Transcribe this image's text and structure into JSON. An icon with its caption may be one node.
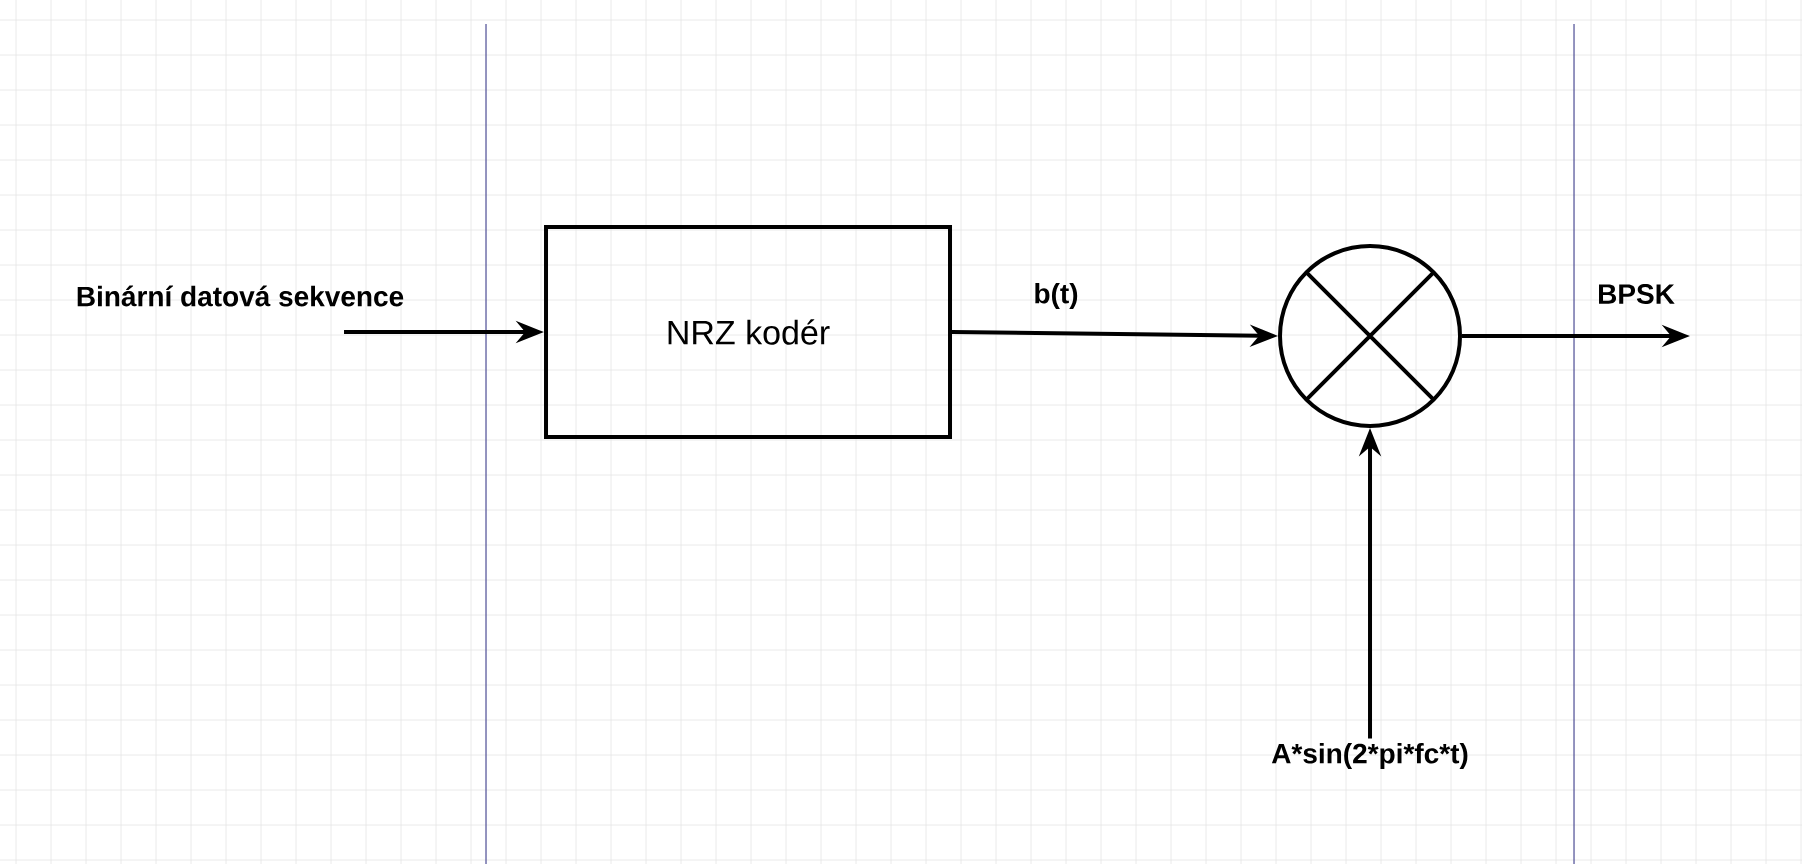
{
  "diagram": {
    "nodes": [
      {
        "text": [
          "NRZ kodér"
        ]
      },
      {
        "text": [],
        "shape": "circle"
      },
      {
        "text": [
          "A*sin(2*pi*fc*t)"
        ]
      }
    ],
    "edges": [
      {
        "from": null,
        "to": 0,
        "arrow": "to",
        "label": "Binární datová sekvence"
      },
      {
        "from": 0,
        "to": 1,
        "arrow": "to",
        "label": "b(t)"
      },
      {
        "from": 1,
        "to": null,
        "arrow": "to",
        "label": "BPSK"
      },
      {
        "from": 2,
        "to": 1,
        "arrow": "to"
      }
    ]
  }
}
